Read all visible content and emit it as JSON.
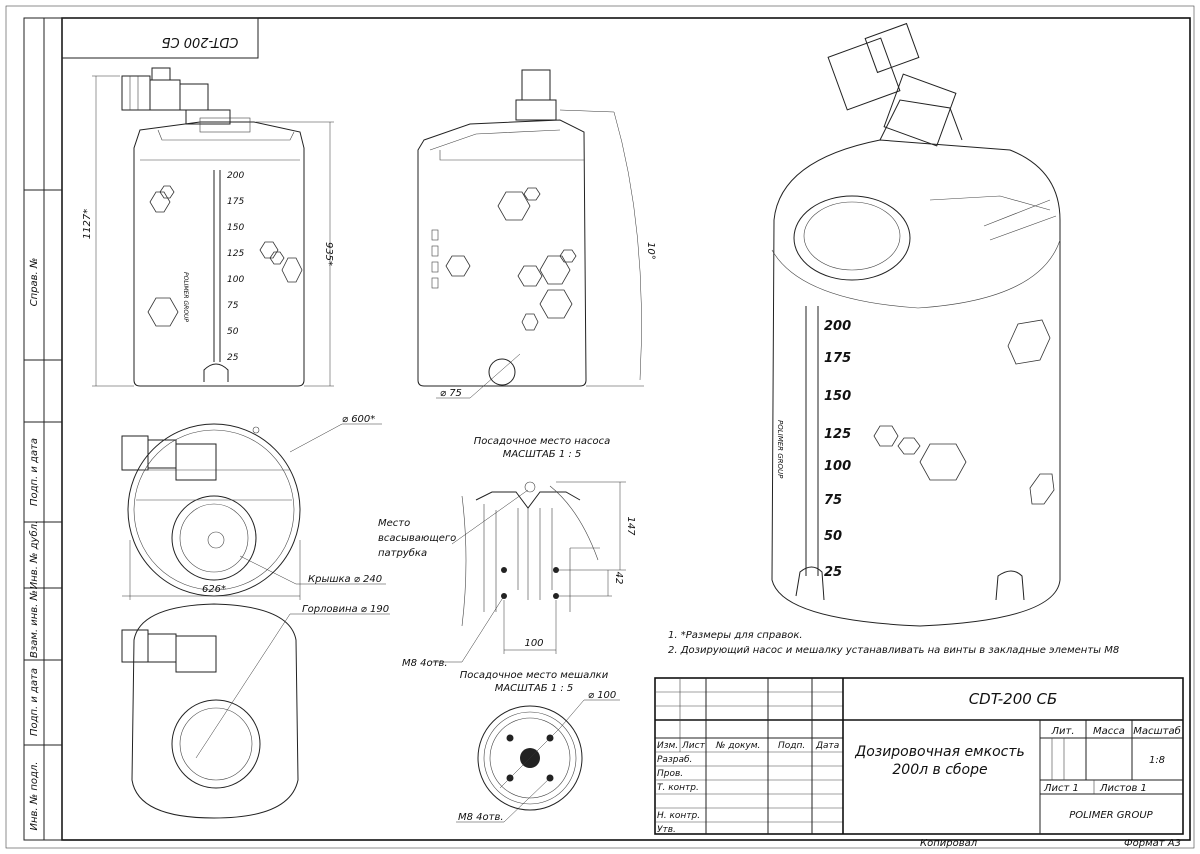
{
  "stamp_top": "CDT-200 СБ",
  "dims": {
    "height_total": "1127*",
    "height_tank": "935*",
    "angle": "10°",
    "diam_outlet": "⌀ 75",
    "diam_tank": "⌀ 600*",
    "width_base": "626*",
    "lid": "Крышка ⌀ 240",
    "neck": "Горловина ⌀ 190",
    "pump_dim_147": "147",
    "pump_dim_42": "42",
    "pump_dim_100": "100",
    "mixer_diam": "⌀ 100",
    "bolts_pump": "М8 4отв.",
    "bolts_mixer": "М8 4отв."
  },
  "scale_marks": [
    "200",
    "175",
    "150",
    "125",
    "100",
    "75",
    "50",
    "25"
  ],
  "brand_side": "POLIMER GROUP",
  "details": {
    "pump_title": "Посадочное место насоса",
    "pump_scale": "МАСШТАБ 1 : 5",
    "suction_line1": "Место",
    "suction_line2": "всасывающего",
    "suction_line3": "патрубка",
    "mixer_title": "Посадочное место мешалки",
    "mixer_scale": "МАСШТАБ 1 : 5"
  },
  "notes": [
    "1.    *Размеры для справок.",
    "2.    Дозирующий насос и мешалку устанавливать на винты в закладные элементы М8"
  ],
  "left_margin": {
    "sprav": "Справ. №",
    "podp_data_1": "Подп. и дата",
    "inv_dubl": "Инв. № дубл.",
    "vzam_inv": "Взам. инв. №",
    "podp_data_2": "Подп. и дата",
    "inv_podl": "Инв. № подл."
  },
  "title_block": {
    "designation": "CDT-200 СБ",
    "name_line1": "Дозировочная емкость",
    "name_line2": "200л в сборе",
    "col_izm": "Изм.",
    "col_list": "Лист",
    "col_docum": "№ докум.",
    "col_podp": "Подп.",
    "col_data": "Дата",
    "razrab": "Разраб.",
    "prov": "Пров.",
    "t_kontr": "Т. контр.",
    "n_kontr": "Н. контр.",
    "utv": "Утв.",
    "lit": "Лит.",
    "massa": "Масса",
    "masshtab": "Масштаб",
    "scale_value": "1:8",
    "sheet": "Лист 1",
    "sheets": "Листов 1",
    "company": "POLIMER GROUP",
    "copied": "Копировал",
    "format": "Формат А3"
  }
}
